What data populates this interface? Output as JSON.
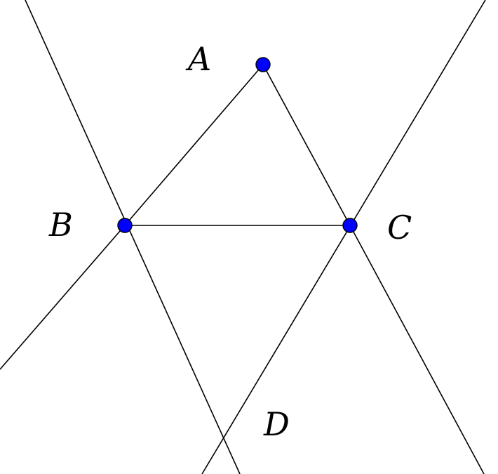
{
  "diagram": {
    "points": {
      "A": {
        "label": "A"
      },
      "B": {
        "label": "B"
      },
      "C": {
        "label": "C"
      },
      "D": {
        "label": "D"
      }
    },
    "point_color": "#0000ff",
    "line_color": "#000000",
    "background": "#ffffff"
  }
}
